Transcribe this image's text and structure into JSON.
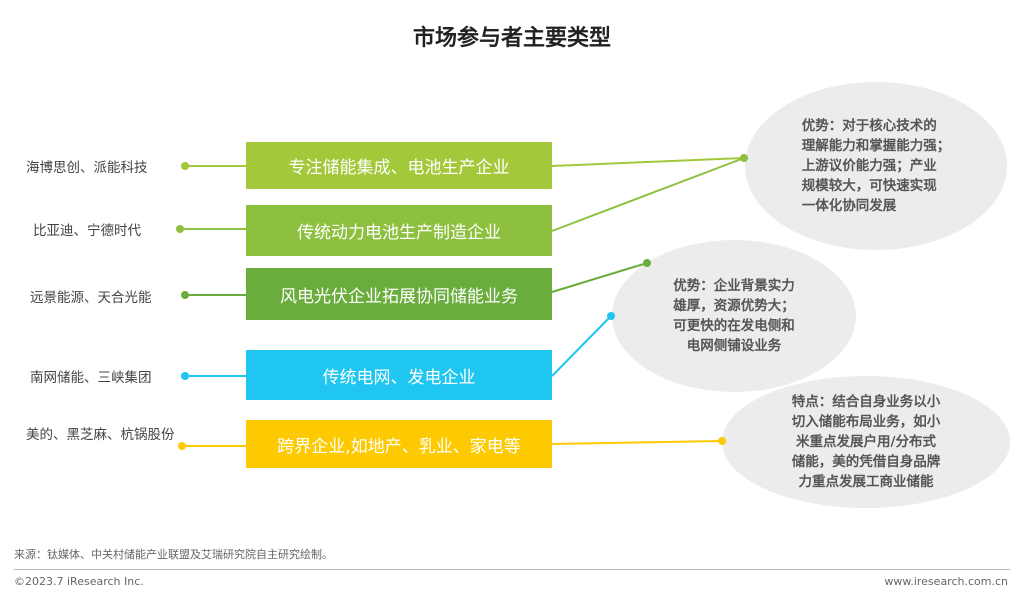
{
  "title": "市场参与者主要类型",
  "rows": [
    {
      "companies": "海博思创、派能科技",
      "category": "专注储能集成、电池生产企业",
      "color": "#a3c93a"
    },
    {
      "companies": "比亚迪、宁德时代",
      "category": "传统动力电池生产制造企业",
      "color": "#8dc03f"
    },
    {
      "companies": "远景能源、天合光能",
      "category": "风电光伏企业拓展协同储能业务",
      "color": "#6aad3d"
    },
    {
      "companies": "南网储能、三峡集团",
      "category": "传统电网、发电企业",
      "color": "#1ec6f0"
    },
    {
      "companies": "美的、黑芝麻、杭锅股份",
      "category": "跨界企业,如地产、乳业、家电等",
      "color": "#fdc900"
    }
  ],
  "notes": [
    "优势：对于核心技术的\n理解能力和掌握能力强；\n上游议价能力强；产业\n规模较大，可快速实现\n一体化协同发展",
    "优势：企业背景实力\n雄厚，资源优势大；\n可更快的在发电侧和\n电网侧铺设业务",
    "特点：结合自身业务以小\n切入储能布局业务，如小\n米重点发展户用/分布式\n储能，美的凭借自身品牌\n力重点发展工商业储能"
  ],
  "footer": {
    "source": "来源：钛媒体、中关村储能产业联盟及艾瑞研究院自主研究绘制。",
    "copyright": "©2023.7 iResearch Inc.",
    "url": "www.iresearch.com.cn"
  }
}
